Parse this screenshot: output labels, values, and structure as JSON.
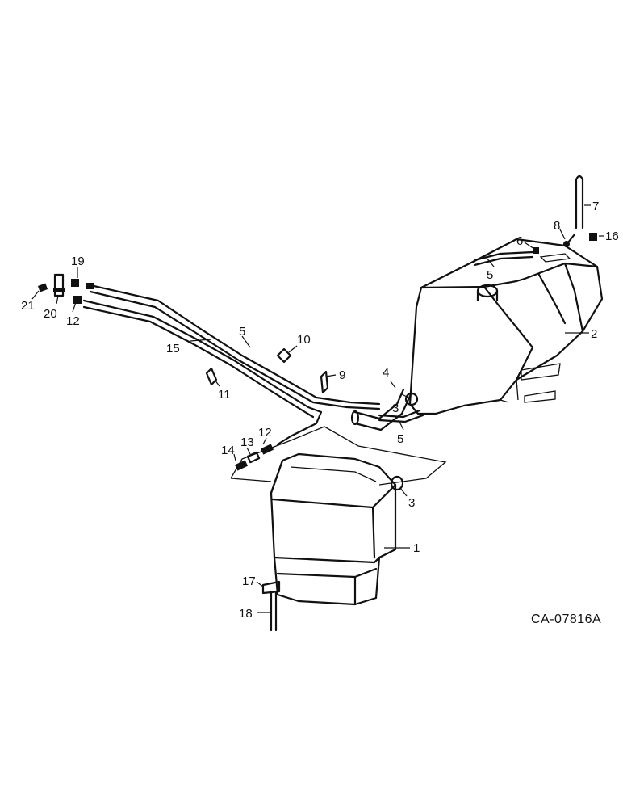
{
  "callouts": {
    "c1": "1",
    "c2": "2",
    "c3a": "3",
    "c3b": "3",
    "c4": "4",
    "c5a": "5",
    "c5b": "5",
    "c5c": "5",
    "c6": "6",
    "c7": "7",
    "c8": "8",
    "c9": "9",
    "c10": "10",
    "c11": "11",
    "c12a": "12",
    "c12b": "12",
    "c13": "13",
    "c14": "14",
    "c15": "15",
    "c16": "16",
    "c17": "17",
    "c18": "18",
    "c19": "19",
    "c20": "20",
    "c21": "21"
  },
  "drawing_code": "CA-07816A"
}
